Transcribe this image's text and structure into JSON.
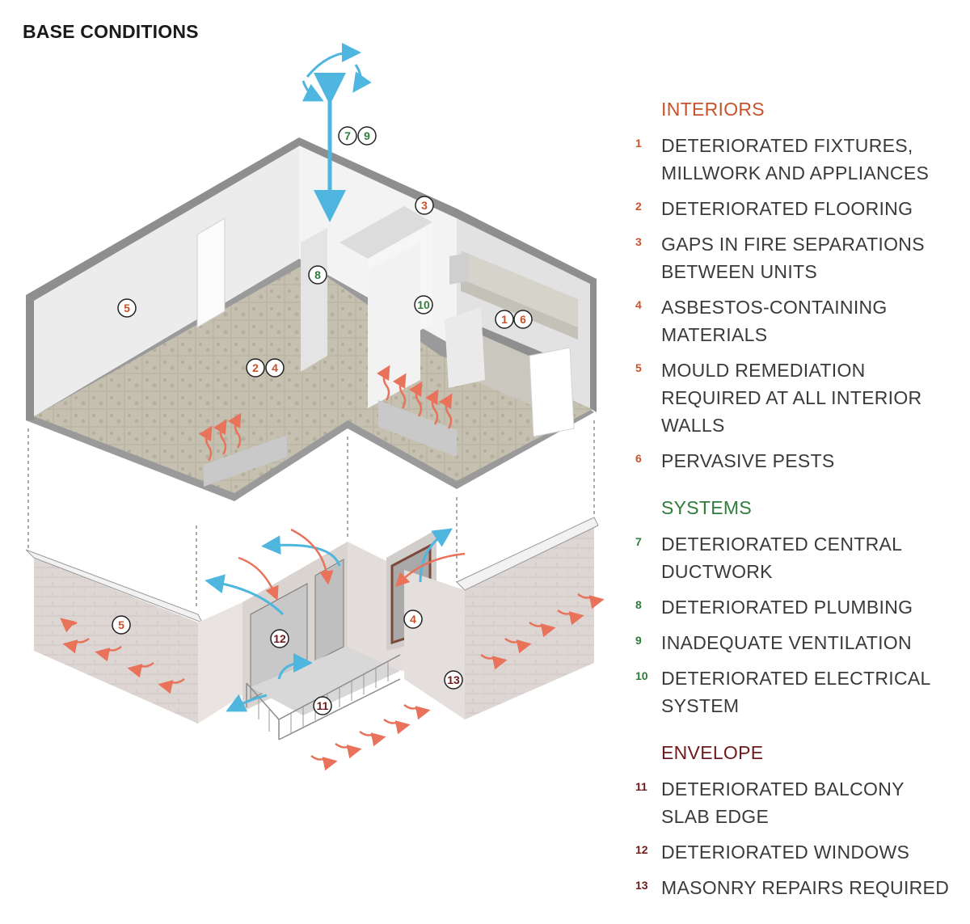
{
  "title": "BASE CONDITIONS",
  "colors": {
    "interiors": "#c8532b",
    "systems": "#2e7d3a",
    "envelope": "#6e1a1a",
    "air_arrow": "#4fb6e0",
    "heat_arrow": "#e8735a"
  },
  "markers": [
    {
      "id": "m-7",
      "label": "7",
      "category": "systems"
    },
    {
      "id": "m-9",
      "label": "9",
      "category": "systems"
    },
    {
      "id": "m-3",
      "label": "3",
      "category": "interiors"
    },
    {
      "id": "m-8",
      "label": "8",
      "category": "systems"
    },
    {
      "id": "m-5a",
      "label": "5",
      "category": "interiors"
    },
    {
      "id": "m-10",
      "label": "10",
      "category": "systems"
    },
    {
      "id": "m-1",
      "label": "1",
      "category": "interiors"
    },
    {
      "id": "m-6",
      "label": "6",
      "category": "interiors"
    },
    {
      "id": "m-2",
      "label": "2",
      "category": "interiors"
    },
    {
      "id": "m-4a",
      "label": "4",
      "category": "interiors"
    },
    {
      "id": "m-5b",
      "label": "5",
      "category": "interiors"
    },
    {
      "id": "m-12",
      "label": "12",
      "category": "envelope"
    },
    {
      "id": "m-4b",
      "label": "4",
      "category": "interiors"
    },
    {
      "id": "m-13",
      "label": "13",
      "category": "envelope"
    },
    {
      "id": "m-11",
      "label": "11",
      "category": "envelope"
    }
  ],
  "legend": {
    "interiors": {
      "title": "INTERIORS",
      "items": [
        {
          "num": "1",
          "lines": [
            "DETERIORATED FIXTURES,",
            "MILLWORK AND APPLIANCES"
          ]
        },
        {
          "num": "2",
          "lines": [
            "DETERIORATED FLOORING"
          ]
        },
        {
          "num": "3",
          "lines": [
            "GAPS IN FIRE SEPARATIONS",
            "BETWEEN UNITS"
          ]
        },
        {
          "num": "4",
          "lines": [
            "ASBESTOS-CONTAINING",
            "MATERIALS"
          ]
        },
        {
          "num": "5",
          "lines": [
            "MOULD REMEDIATION",
            "REQUIRED AT ALL INTERIOR",
            "WALLS"
          ]
        },
        {
          "num": "6",
          "lines": [
            "PERVASIVE PESTS"
          ]
        }
      ]
    },
    "systems": {
      "title": "SYSTEMS",
      "items": [
        {
          "num": "7",
          "lines": [
            "DETERIORATED CENTRAL",
            "DUCTWORK"
          ]
        },
        {
          "num": "8",
          "lines": [
            "DETERIORATED PLUMBING"
          ]
        },
        {
          "num": "9",
          "lines": [
            "INADEQUATE VENTILATION"
          ]
        },
        {
          "num": "10",
          "lines": [
            "DETERIORATED ELECTRICAL",
            "SYSTEM"
          ]
        }
      ]
    },
    "envelope": {
      "title": "ENVELOPE",
      "items": [
        {
          "num": "11",
          "lines": [
            "DETERIORATED BALCONY",
            "SLAB EDGE"
          ]
        },
        {
          "num": "12",
          "lines": [
            "DETERIORATED WINDOWS"
          ]
        },
        {
          "num": "13",
          "lines": [
            "MASONRY REPAIRS REQUIRED"
          ]
        }
      ]
    }
  }
}
